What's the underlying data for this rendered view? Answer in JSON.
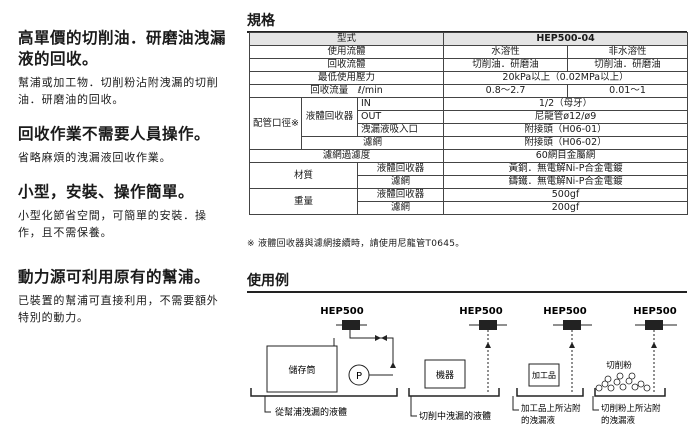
{
  "features": [
    {
      "title": "高單價的切削油．研磨油洩漏液的回收。",
      "desc": "幫浦或加工物．切削粉沾附洩漏的切削油．研磨油的回收。"
    },
    {
      "title": "回收作業不需要人員操作。",
      "desc": "省略麻煩的洩漏液回收作業。"
    },
    {
      "title": "小型，安裝、操作簡單。",
      "desc": "小型化節省空間，可簡單的安裝．操作，且不需保養。"
    },
    {
      "title": "動力源可利用原有的幫浦。",
      "desc": "已裝置的幫浦可直接利用，不需要額外特別的動力。"
    }
  ],
  "spec": {
    "title": "規格",
    "model_label": "型式",
    "model_value": "HEP500-04",
    "fluid_label": "使用流體",
    "fluid_water": "水溶性",
    "fluid_nonwater": "非水溶性",
    "recover_label": "回收流體",
    "recover_water": "切削油．研磨油",
    "recover_nonwater": "切削油．研磨油",
    "pressure_label": "最低使用壓力",
    "pressure_value": "20kPa以上（0.02MPa以上）",
    "flow_label": "回收流量　ℓ/min",
    "flow_water": "0.8～2.7",
    "flow_nonwater": "0.01～1",
    "pipe_label": "配管口徑※",
    "recovery_unit": "液體回收器",
    "in_label": "IN",
    "in_value": "1/2（母牙）",
    "out_label": "OUT",
    "out_value": "尼龍管ø12/ø9",
    "suction_label": "洩漏液吸入口",
    "suction_value": "附接頭（H06-01）",
    "filter_label": "濾網",
    "filter_value": "附接頭（H06-02）",
    "filtration_label": "濾網過濾度",
    "filtration_value": "60網目金屬網",
    "material_label": "材質",
    "mat_recovery_label": "液體回收器",
    "mat_recovery_value": "黃銅．無電解Ni-P合金電鍍",
    "mat_filter_label": "濾網",
    "mat_filter_value": "鑄鐵．無電解Ni-P合金電鍍",
    "weight_label": "重量",
    "wt_recovery_label": "液體回收器",
    "wt_recovery_value": "500gf",
    "wt_filter_label": "濾網",
    "wt_filter_value": "200gf",
    "note": "※ 液體回收器與濾網接續時，請使用尼龍管T0645。"
  },
  "usage": {
    "title": "使用例",
    "unit_label": "HEP500",
    "tank_label": "儲存筒",
    "pump_label": "P",
    "machine_label": "機器",
    "workpiece_label": "加工品",
    "chips_label": "切削粉",
    "cap1": "從幫浦洩漏的液體",
    "cap2": "切削中洩漏的液體",
    "cap3a": "加工品上所沾附",
    "cap3b": "的洩漏液",
    "cap4a": "切削粉上所沾附",
    "cap4b": "的洩漏液"
  }
}
